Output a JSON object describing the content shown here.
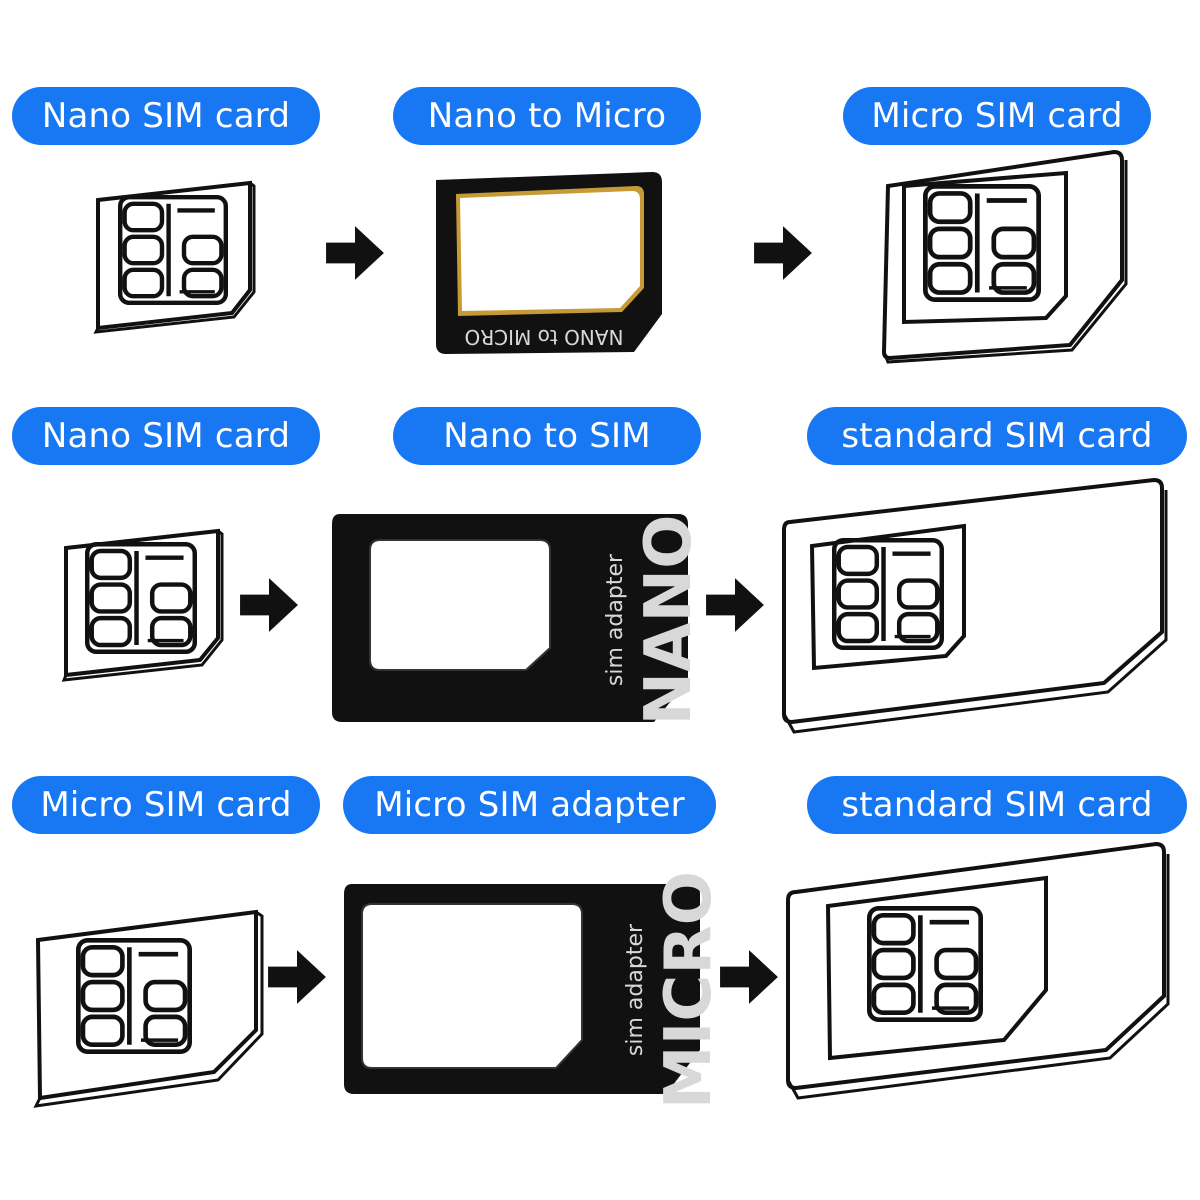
{
  "rows": [
    {
      "left_label": "Nano SIM card",
      "middle_label": "Nano to Micro",
      "right_label": "Micro SIM card",
      "adapter_text": "NANO to MICRO"
    },
    {
      "left_label": "Nano SIM card",
      "middle_label": "Nano to SIM",
      "right_label": "standard SIM card",
      "adapter_title": "NANO",
      "adapter_subtitle": "sim adapter"
    },
    {
      "left_label": "Micro SIM card",
      "middle_label": "Micro SIM adapter",
      "right_label": "standard SIM card",
      "adapter_title": "MICRO",
      "adapter_subtitle": "sim adapter"
    }
  ],
  "colors": {
    "label_background": "#1877f2",
    "label_text": "#ffffff",
    "adapter_body": "#111111",
    "line_art": "#111111"
  },
  "icons": [
    "sim-card-icon",
    "sim-adapter-icon",
    "arrow-right-icon"
  ]
}
